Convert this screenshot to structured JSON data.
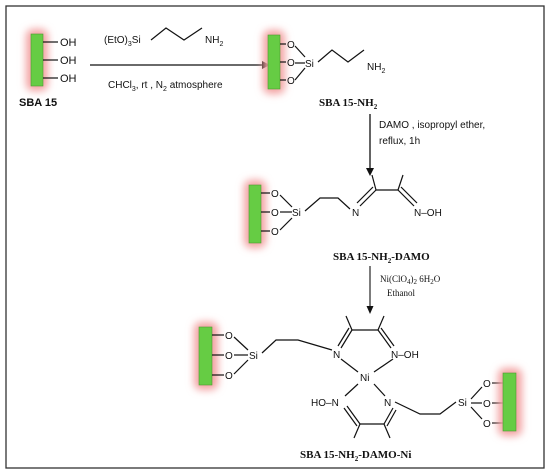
{
  "colors": {
    "frame": "#333333",
    "silica_bar": "#66cc44",
    "silica_glow": "#f3a3a3",
    "ink": "#111111"
  },
  "atoms": {
    "OH": "OH",
    "HO": "HO",
    "O": "O",
    "Si": "Si",
    "N": "N",
    "Ni": "Ni",
    "NH": "NH"
  },
  "labels": {
    "sba15": "SBA 15",
    "sba15_nh2_main": "SBA 15-NH",
    "sba15_nh2_damo_main": "SBA 15-NH",
    "sba15_nh2_damo_tail": "-DAMO",
    "sba15_nh2_damo_ni_main": "SBA 15-NH",
    "sba15_nh2_damo_ni_tail": "-DAMO-Ni",
    "sub2": "2"
  },
  "reagents": {
    "step1_silane_prefix": "(EtO)",
    "step1_silane_sub": "3",
    "step1_silane_si": "Si",
    "step1_conditions_a": "CHCl",
    "step1_conditions_a_sub": "3",
    "step1_conditions_b": ", rt , N",
    "step1_conditions_b_sub": "2",
    "step1_conditions_c": " atmosphere",
    "step2_line1": "DAMO , isopropyl ether,",
    "step2_line2": "reflux,  1h",
    "step3_line1_a": "Ni(ClO",
    "step3_line1_sub1": "4",
    "step3_line1_b": ")",
    "step3_line1_sub2": "2",
    "step3_line1_c": " 6H",
    "step3_line1_sub3": "2",
    "step3_line1_d": "O",
    "step3_line2": "Ethanol"
  }
}
